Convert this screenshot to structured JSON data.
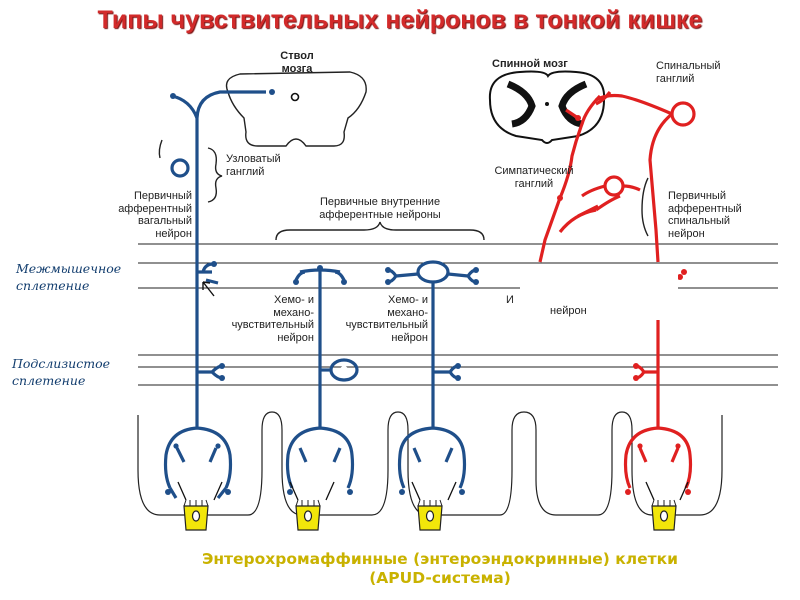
{
  "title": "Типы чувствительных нейронов в тонкой кишке",
  "caption": {
    "line1": "Энтерохромаффинные (энтероэндокринные) клетки",
    "line2": "(APUD-система)"
  },
  "labels": {
    "brainstem_1": "Ствол",
    "brainstem_2": "мозга",
    "spinal_cord": "Спинной мозг",
    "spinal_ganglion_1": "Спинальный",
    "spinal_ganglion_2": "ганглий",
    "nodose_ganglion_1": "Узловатый",
    "nodose_ganglion_2": "ганглий",
    "sympathetic_ganglion_1": "Симпатический",
    "sympathetic_ganglion_2": "ганглий",
    "vagal_afferent_1": "Первичный",
    "vagal_afferent_2": "афферентный",
    "vagal_afferent_3": "вагальный",
    "vagal_afferent_4": "нейрон",
    "intrinsic_1": "Первичные внутренние",
    "intrinsic_2": "афферентные нейроны",
    "spinal_afferent_1": "Первичный",
    "spinal_afferent_2": "афферентный",
    "spinal_afferent_3": "спинальный",
    "spinal_afferent_4": "нейрон",
    "chemo1_1": "Хемо- и",
    "chemo1_2": "механо-",
    "chemo1_3": "чувствительный",
    "chemo1_4": "нейрон",
    "chemo2_1": "Хемо- и",
    "chemo2_2": "механо-",
    "chemo2_3": "чувствительный",
    "chemo2_4": "нейрон",
    "partial_i": "И",
    "partial_neuron": "нейрон"
  },
  "side_labels": {
    "myenteric_1": "Межмышечное",
    "myenteric_2": "сплетение",
    "submucosal_1": "Подслизистое",
    "submucosal_2": "сплетение"
  },
  "colors": {
    "title": "#d22a2a",
    "vagal_and_intrinsic": "#1f4f8a",
    "spinal": "#e02020",
    "ec_cell": "#f2e60a",
    "caption": "#c9b200"
  }
}
